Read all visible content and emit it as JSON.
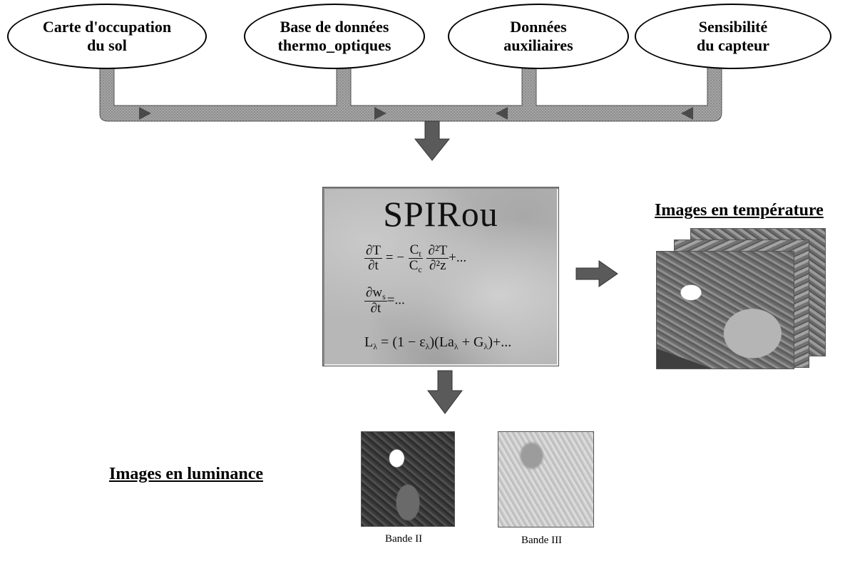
{
  "inputs": [
    {
      "line1": "Carte d'occupation",
      "line2": "du sol"
    },
    {
      "line1": "Base de données",
      "line2": "thermo_optiques"
    },
    {
      "line1": "Données",
      "line2": "auxiliaires"
    },
    {
      "line1": "Sensibilité",
      "line2": "du capteur"
    }
  ],
  "model": {
    "title": "SPIRou",
    "eq1": {
      "lhs_num": "∂T",
      "lhs_den": "∂t",
      "op": "= −",
      "r_num": "C",
      "r_num_sub": "t",
      "r_den": "C",
      "r_den_sub": "c",
      "r2_num": "∂²T",
      "r2_den": "∂²z",
      "tail": "+..."
    },
    "eq2": {
      "lhs_num": "∂w",
      "lhs_num_sub": "s",
      "lhs_den": "∂t",
      "tail": "=..."
    },
    "eq3": {
      "lhs": "L",
      "lhs_sub": "λ",
      "body": " = (1 − ε",
      "body_sub": "λ",
      "body2": ")(La",
      "body2_sub": "λ",
      "body3": " + G",
      "body3_sub": "λ",
      "tail": ")+..."
    }
  },
  "outputs": {
    "temperature_heading": "Images en température",
    "luminance_heading": "Images en luminance",
    "bands": [
      "Bande II",
      "Bande III"
    ]
  },
  "colors": {
    "pipe_fill": "#9a9a9a",
    "pipe_edge": "#555555",
    "arrow_fill": "#5a5a5a"
  }
}
